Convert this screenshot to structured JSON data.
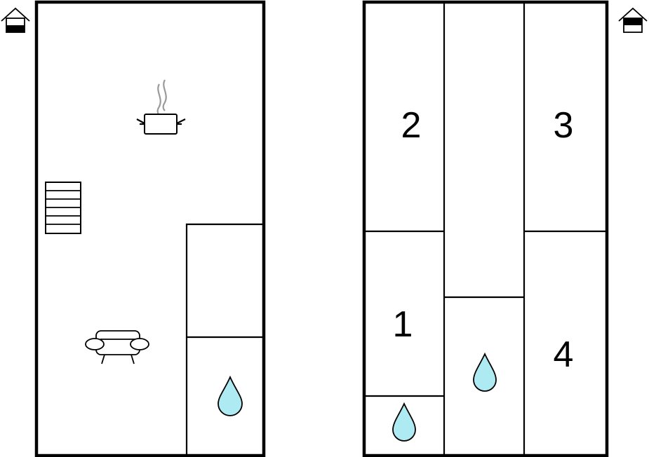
{
  "floorplan": {
    "rooms": [
      {
        "number": "1"
      },
      {
        "number": "2"
      },
      {
        "number": "3"
      },
      {
        "number": "4"
      }
    ],
    "icons": [
      "floor-level-ground-icon",
      "floor-level-upper-icon",
      "kitchen-pot-icon",
      "stairs-icon",
      "sofa-icon",
      "bathroom-water-drop-icon"
    ]
  }
}
